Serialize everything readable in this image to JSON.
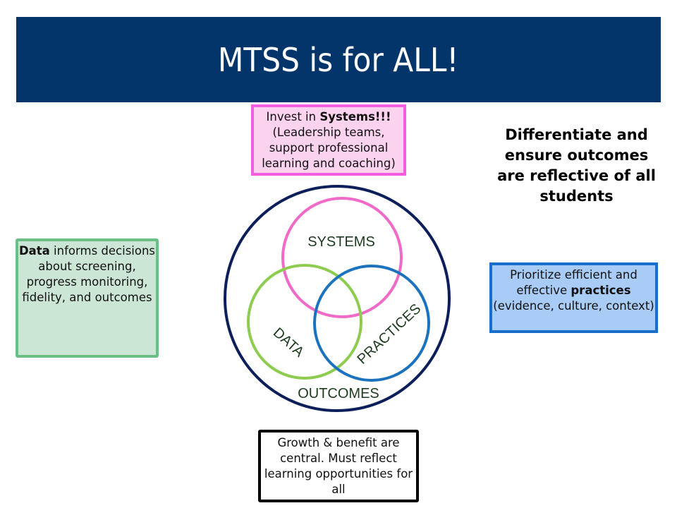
{
  "title": "MTSS is for ALL!",
  "colors": {
    "banner": "#03346a",
    "systems": "#f06ac7",
    "data": "#8dcc4e",
    "practices": "#1b73bf",
    "outcomes": "#0c1f5a"
  },
  "callouts": {
    "systems": {
      "prefix": "Invest in ",
      "bold": "Systems!!!",
      "rest": "(Leadership teams, support professional learning and coaching)"
    },
    "data": {
      "bold": "Data",
      "rest": " informs decisions about screening, progress monitoring, fidelity, and outcomes"
    },
    "practices": {
      "prefix": "Prioritize efficient and effective ",
      "bold": "practices",
      "rest": " (evidence, culture, context)"
    },
    "outcomes": {
      "text": "Growth & benefit are central. Must reflect learning opportunities for all"
    },
    "differentiate": {
      "text": "Differentiate and ensure outcomes are reflective of all students"
    }
  },
  "venn": {
    "labels": {
      "systems": "SYSTEMS",
      "data": "DATA",
      "practices": "PRACTICES",
      "outcomes": "OUTCOMES"
    }
  }
}
